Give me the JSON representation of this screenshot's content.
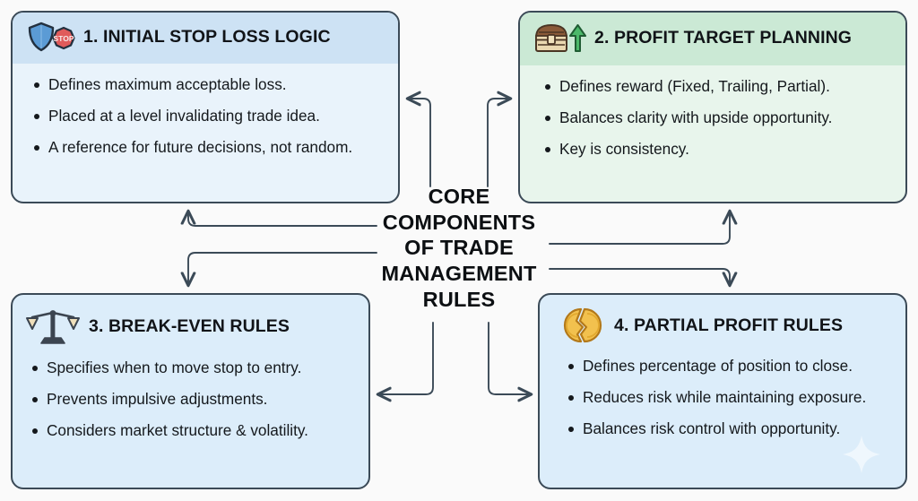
{
  "diagram": {
    "center_label": "CORE COMPONENTS OF TRADE MANAGEMENT RULES",
    "center_lines": [
      "CORE",
      "COMPONENTS",
      "OF TRADE",
      "MANAGEMENT",
      "RULES"
    ],
    "background_color": "#fafafa",
    "border_color": "#3b4a57",
    "connector_color": "#3b4a57"
  },
  "cards": [
    {
      "id": 1,
      "title": "1. INITIAL STOP LOSS LOGIC",
      "icon": "shield-stop-icon",
      "accent_color": "#cde2f4",
      "body_color": "#e9f3fb",
      "bullets": [
        "Defines maximum acceptable loss.",
        "Placed at a level invalidating trade idea.",
        "A reference for future decisions, not random."
      ]
    },
    {
      "id": 2,
      "title": "2. PROFIT TARGET PLANNING",
      "icon": "treasure-chest-up-arrow-icon",
      "accent_color": "#cbe9d5",
      "body_color": "#e8f5ec",
      "bullets": [
        "Defines reward (Fixed, Trailing, Partial).",
        "Balances clarity with upside opportunity.",
        "Key is consistency."
      ]
    },
    {
      "id": 3,
      "title": "3. BREAK-EVEN RULES",
      "icon": "balance-scales-icon",
      "accent_color": "#dcedfa",
      "body_color": "#dcedfa",
      "bullets": [
        "Specifies when to move stop to entry.",
        "Prevents impulsive adjustments.",
        "Considers market structure & volatility."
      ]
    },
    {
      "id": 4,
      "title": "4. PARTIAL PROFIT RULES",
      "icon": "broken-coin-icon",
      "accent_color": "#dcedfa",
      "body_color": "#dcedfa",
      "bullets": [
        "Defines percentage of position to close.",
        "Reduces risk while maintaining exposure.",
        "Balances risk control with opportunity."
      ]
    }
  ]
}
